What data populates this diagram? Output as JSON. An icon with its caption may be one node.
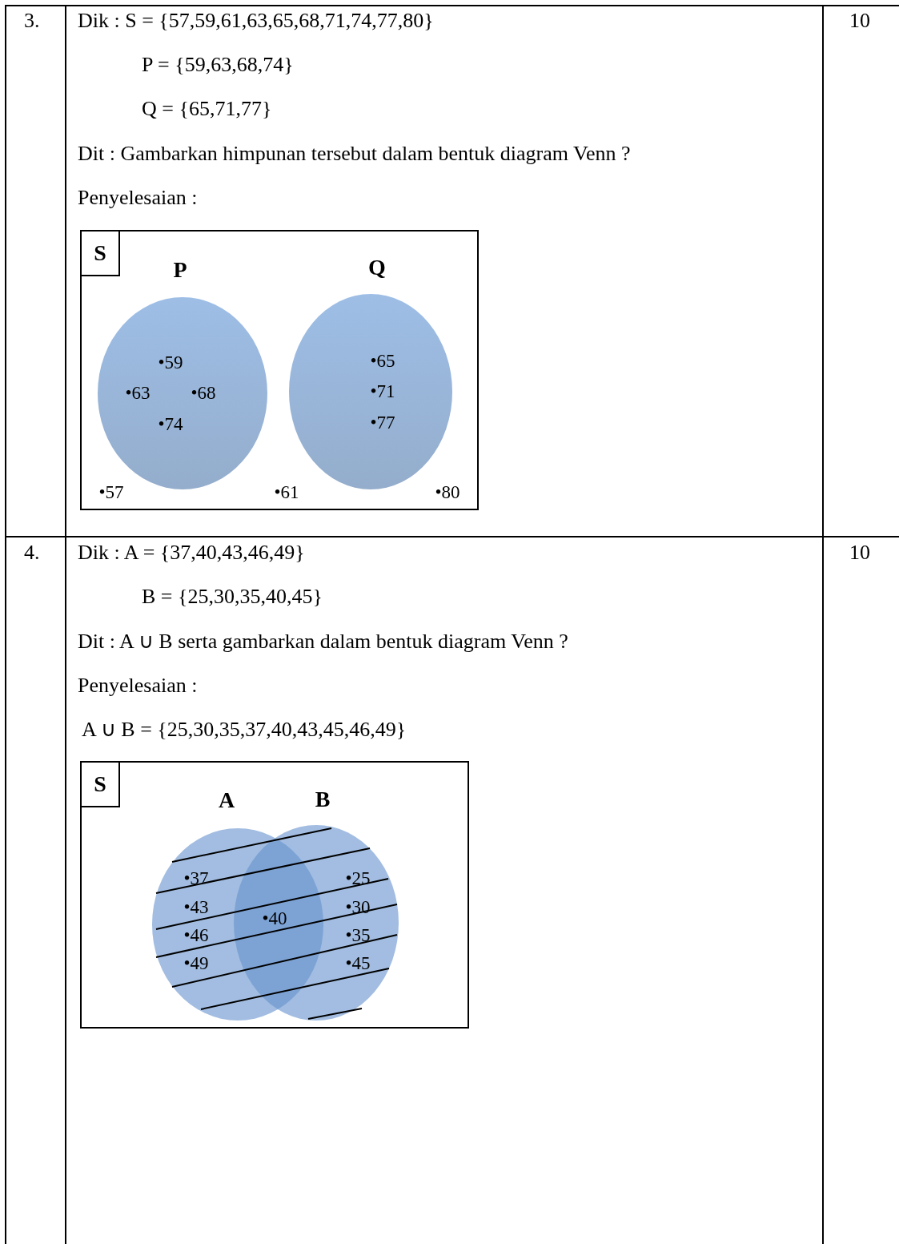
{
  "diagram": {
    "nodes": [
      {
        "text": [
          "S",
          "•57",
          "•61",
          "•80"
        ]
      },
      {
        "text": [
          "P",
          "•59",
          "•63",
          "•68",
          "•74"
        ],
        "in": 0
      },
      {
        "text": [
          "Q",
          "•65",
          "•71",
          "•77"
        ],
        "in": 0
      },
      {
        "text": [
          "S"
        ]
      },
      {
        "text": [
          "A",
          "•37",
          "•43",
          "•46",
          "•49"
        ],
        "in": 3
      },
      {
        "text": [
          "B",
          "•25",
          "•30",
          "•35",
          "•45"
        ],
        "in": 3
      }
    ],
    "labels": [
      "3.",
      "Dik : S = {57,59,61,63,65,68,71,74,77,80}",
      "P = {59,63,68,74}",
      "Q = {65,71,77}",
      "Dit : Gambarkan himpunan tersebut dalam bentuk diagram Venn ?",
      "Penyelesaian :",
      "10",
      "4.",
      "Dik : A = {37,40,43,46,49}",
      "B = {25,30,35,40,45}",
      "Dit : A ∪ B serta gambarkan dalam bentuk diagram Venn ?",
      "Penyelesaian :",
      "A ∪ B = {25,30,35,37,40,43,45,46,49}",
      "•40",
      "10"
    ]
  }
}
